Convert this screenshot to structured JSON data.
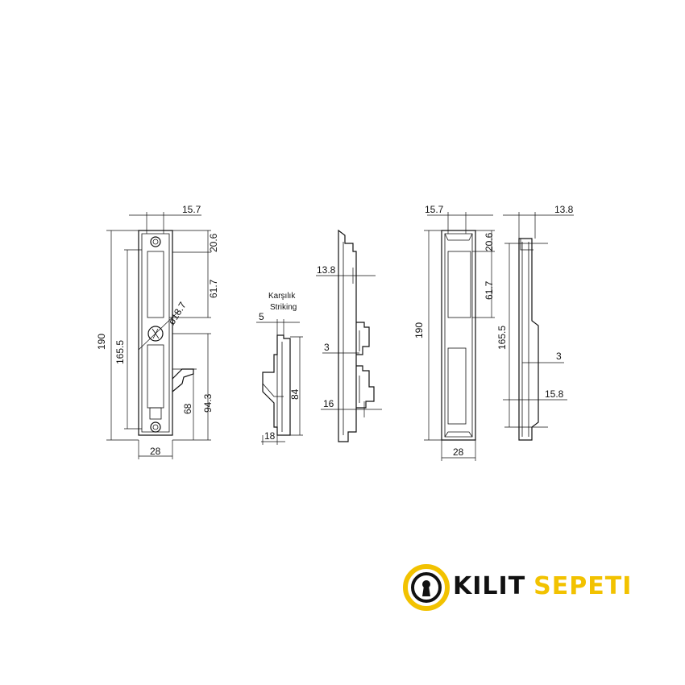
{
  "view1": {
    "dim_top": "15.7",
    "dim_190": "190",
    "dim_165": "165.5",
    "dim_206": "20.6",
    "dim_617": "61.7",
    "dim_dia": "ø18.7",
    "dim_68": "68",
    "dim_943": "94.3",
    "dim_28": "28"
  },
  "striking": {
    "label_line1": "Karşılık",
    "label_line2": "Striking",
    "dim_5": "5",
    "dim_84": "84",
    "dim_18": "18"
  },
  "side": {
    "dim_138": "13.8",
    "dim_3": "3",
    "dim_16": "16"
  },
  "view3": {
    "dim_top": "15.7",
    "dim_190": "190",
    "dim_206": "20.6",
    "dim_617": "61.7",
    "dim_28": "28"
  },
  "view4": {
    "dim_138": "13.8",
    "dim_165": "165.5",
    "dim_3": "3",
    "dim_158": "15.8"
  },
  "brand": {
    "word1": "KILIT",
    "word2": "SEPETI",
    "colors": {
      "yellow": "#f2c200",
      "black": "#111111"
    }
  }
}
